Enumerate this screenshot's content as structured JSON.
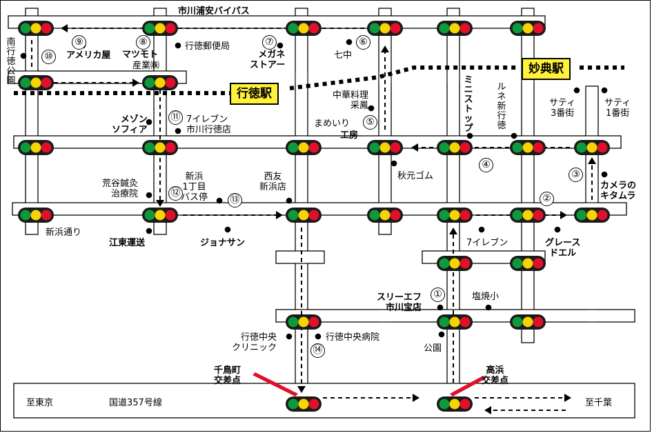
{
  "roads": {
    "bypass": "市川浦安バイパス",
    "niihama_dori": "新浜通り",
    "route357": "国道357号線",
    "to_tokyo": "至東京",
    "to_chiba": "至千葉"
  },
  "stations": {
    "gyotoku": "行徳駅",
    "myoden": "妙典駅"
  },
  "intersections": {
    "chidoricho": "千鳥町\n交差点",
    "takahama": "高浜\n交差点"
  },
  "route_steps": [
    "①",
    "②",
    "③",
    "④",
    "⑤",
    "⑥",
    "⑦",
    "⑧",
    "⑨",
    "⑩",
    "⑪",
    "⑫",
    "⑬",
    "⑭"
  ],
  "landmarks": {
    "america_ya": "アメリカ屋",
    "matsumoto": "マツモト",
    "matsumoto_sub": "産業㈱",
    "post_office": "行徳郵便局",
    "megane": "メガネ\nストアー",
    "nanachu": "七中",
    "minami_gyotoku_park": "南行徳公園",
    "chuka": "中華料理\n采鳳",
    "mameiri": "まめいり",
    "mameiri_sub": "工房",
    "mini_stop": "ミニストップ",
    "lune": "ルネ新行徳",
    "saty3": "サティ\n3番街",
    "saty1": "サティ\n1番街",
    "mezon": "メゾン\nソフィア",
    "seven_gyotoku": "7イレブン\n市川行徳店",
    "akimoto": "秋元ゴム",
    "camera": "カメラの\nキタムラ",
    "araya": "荒谷鍼灸\n治療院",
    "busstop": "新浜\n1丁目\nバス停",
    "nishitomo": "西友\n新浜店",
    "koto_unso": "江東運送",
    "jonathan": "ジョナサン",
    "seven_b": "7イレブン",
    "grace": "グレース\nドエル",
    "three_f": "スリーエフ\n市川宝店",
    "shiohama": "塩焼小",
    "chuo_clinic": "行徳中央\nクリニック",
    "chuo_hospital": "行徳中央病院",
    "park": "公園"
  },
  "colors": {
    "signal_green": "#0e9a3c",
    "signal_yellow": "#f6d400",
    "signal_red": "#e0102a",
    "station_fill": "#fff23a",
    "callout": "#e0102a"
  }
}
